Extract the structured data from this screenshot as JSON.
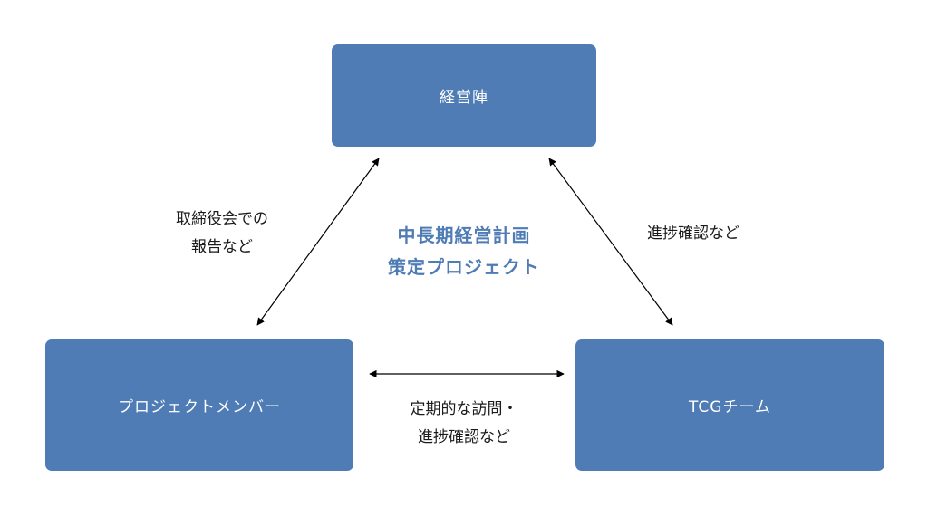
{
  "nodes": {
    "management": "経営陣",
    "project_members": "プロジェクトメンバー",
    "tcg_team": "TCGチーム"
  },
  "title": {
    "line1": "中長期経営計画",
    "line2": "策定プロジェクト"
  },
  "edges": {
    "management_members": {
      "line1": "取締役会での",
      "line2": "報告など"
    },
    "management_tcg": {
      "line1": "進捗確認など"
    },
    "members_tcg": {
      "line1": "定期的な訪問・",
      "line2": "進捗確認など"
    }
  },
  "colors": {
    "box_fill": "#4f7cb5",
    "box_text": "#ffffff",
    "title_text": "#4f7cb5",
    "label_text": "#1a1a1a",
    "arrow": "#000000"
  }
}
